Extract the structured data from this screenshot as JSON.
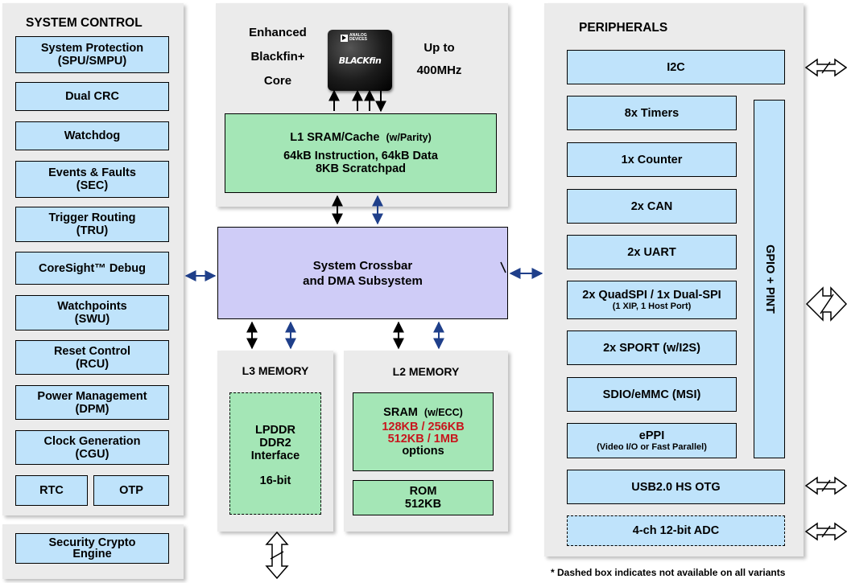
{
  "system_control": {
    "title": "SYSTEM CONTROL",
    "items": [
      {
        "line1": "System Protection",
        "line2": "(SPU/SMPU)"
      },
      {
        "line1": "Dual CRC",
        "line2": ""
      },
      {
        "line1": "Watchdog",
        "line2": ""
      },
      {
        "line1": "Events & Faults",
        "line2": "(SEC)"
      },
      {
        "line1": "Trigger Routing",
        "line2": "(TRU)"
      },
      {
        "line1": "CoreSight™ Debug",
        "line2": ""
      },
      {
        "line1": "Watchpoints",
        "line2": "(SWU)"
      },
      {
        "line1": "Reset Control",
        "line2": "(RCU)"
      },
      {
        "line1": "Power Management",
        "line2": "(DPM)"
      },
      {
        "line1": "Clock Generation",
        "line2": "(CGU)"
      }
    ],
    "rtc": "RTC",
    "otp": "OTP"
  },
  "security": {
    "line1": "Security Crypto",
    "line2": "Engine"
  },
  "core": {
    "label_line1": "Enhanced",
    "label_line2": "Blackfin+",
    "label_line3": "Core",
    "speed_line1": "Up to",
    "speed_line2": "400MHz",
    "chip_logo_line1": "ANALOG",
    "chip_logo_line2": "DEVICES",
    "chip_brand": "BLACKfin"
  },
  "l1": {
    "title": "L1 SRAM/Cache",
    "title_note": "(w/Parity)",
    "line2": "64kB Instruction, 64kB Data",
    "line3": "8KB Scratchpad"
  },
  "crossbar": {
    "line1": "System Crossbar",
    "line2": "and DMA Subsystem"
  },
  "l3": {
    "title": "L3 MEMORY",
    "line1": "LPDDR",
    "line2": "DDR2",
    "line3": "Interface",
    "line4": "16-bit"
  },
  "l2": {
    "title": "L2 MEMORY",
    "sram_title": "SRAM",
    "sram_note": "(w/ECC)",
    "sram_opt1": "128KB / 256KB",
    "sram_opt2": "512KB / 1MB",
    "sram_opt3": "options",
    "rom_line1": "ROM",
    "rom_line2": "512KB"
  },
  "peripherals": {
    "title": "PERIPHERALS",
    "i2c": "I2C",
    "items": [
      {
        "line1": "8x Timers",
        "line2": ""
      },
      {
        "line1": "1x Counter",
        "line2": ""
      },
      {
        "line1": "2x CAN",
        "line2": ""
      },
      {
        "line1": "2x UART",
        "line2": ""
      },
      {
        "line1": "2x QuadSPI / 1x Dual-SPI",
        "line2": "(1 XIP, 1 Host Port)"
      },
      {
        "line1": "2x SPORT (w/I2S)",
        "line2": ""
      },
      {
        "line1": "SDIO/eMMC (MSI)",
        "line2": ""
      },
      {
        "line1": "ePPI",
        "line2": "(Video I/O or Fast Parallel)"
      }
    ],
    "gpio": "GPIO + PINT",
    "usb": "USB2.0 HS OTG",
    "adc": "4-ch 12-bit ADC"
  },
  "footnote": "* Dashed box indicates not available on all variants",
  "colors": {
    "panel": "#ebebeb",
    "blue_box": "#bfe3fb",
    "green_box": "#a4e6b6",
    "purple_box": "#cfccf7",
    "arrow_blue": "#1f3f8a",
    "highlight_red": "#c8161d"
  }
}
